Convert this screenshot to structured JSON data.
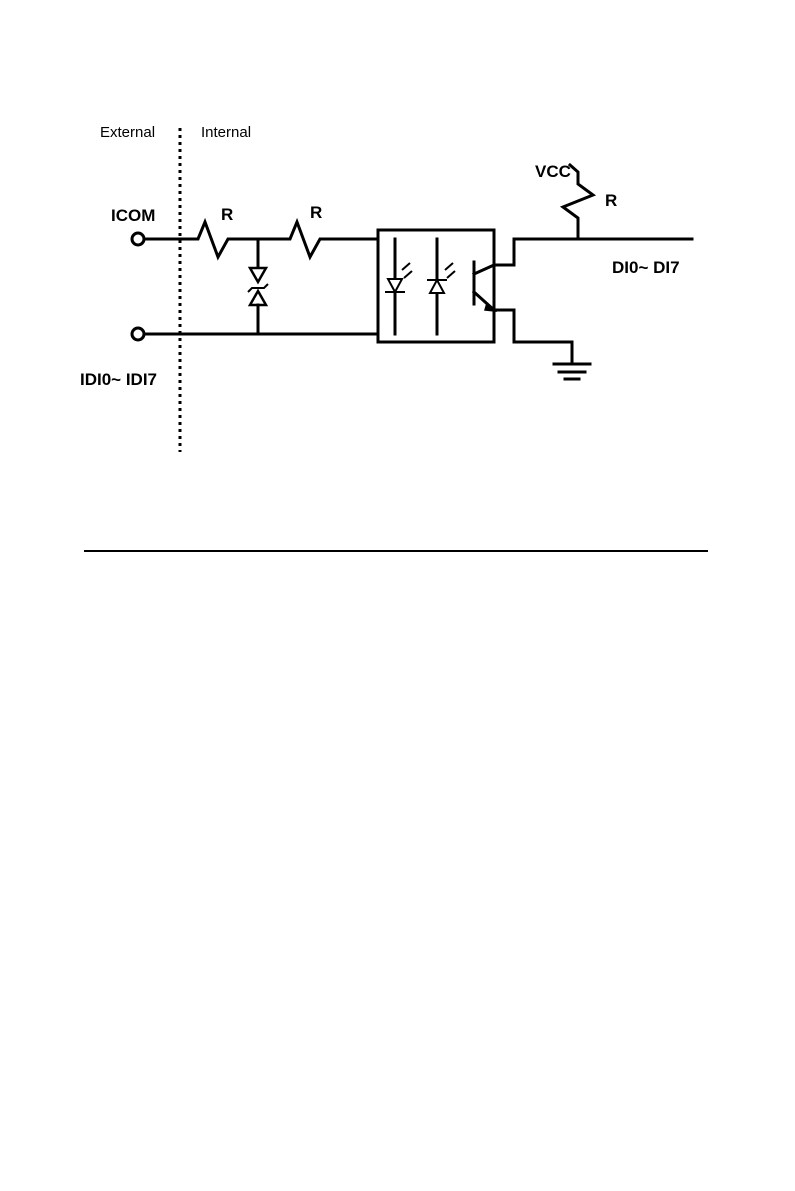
{
  "diagram": {
    "zone_labels": {
      "external": "External",
      "internal": "Internal"
    },
    "terminals": {
      "common": "ICOM",
      "inputs": "IDI0~ IDI7"
    },
    "resistors": {
      "input_1": "R",
      "input_2": "R",
      "pullup": "R"
    },
    "supply": "VCC",
    "output": "DI0~ DI7"
  }
}
